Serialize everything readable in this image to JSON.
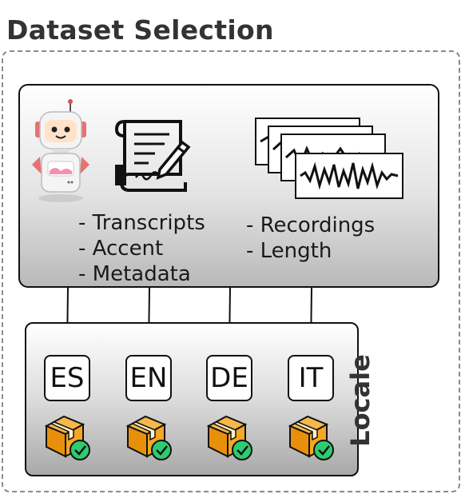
{
  "title": "Dataset Selection",
  "source": {
    "left_features": [
      "- Transcripts",
      "- Accent",
      "- Metadata"
    ],
    "right_features": [
      "- Recordings",
      "- Length"
    ]
  },
  "locale": {
    "label": "Locale",
    "codes": [
      "ES",
      "EN",
      "DE",
      "IT"
    ]
  },
  "icons": {
    "robot": "robot-icon",
    "document": "document-signature-icon",
    "waveforms": "audio-waveform-stack-icon",
    "package": "package-check-icon"
  },
  "colors": {
    "package_orange": "#f39c12",
    "check_green": "#2ecc71"
  }
}
